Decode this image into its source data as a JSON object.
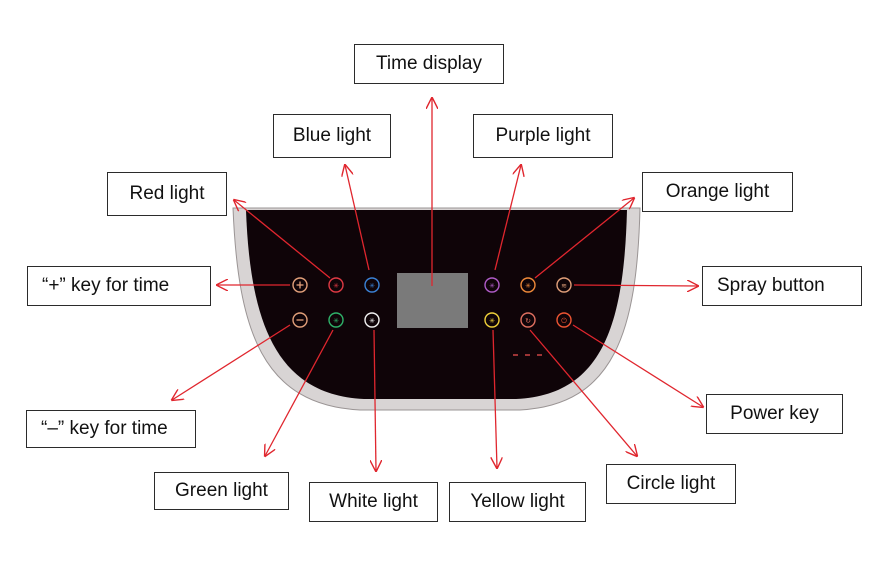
{
  "colors": {
    "panel": "#0f0408",
    "rim": "#c9c4c4",
    "display": "#7a7a7a",
    "arrow": "#e0262e",
    "key_neutral": "#e2a07a",
    "red_light": "#e03a44",
    "blue_light": "#3b82d6",
    "green_light": "#2fb36a",
    "white_light": "#f2f2f2",
    "purple_light": "#b05cc8",
    "orange_light": "#f08a3a",
    "yellow_light": "#f0d23a",
    "circle_light": "#e07060",
    "spray_key": "#e2a07a",
    "power_key": "#ee5533"
  },
  "labels": {
    "time_display": "Time display",
    "blue_light": "Blue light",
    "purple_light": "Purple light",
    "red_light": "Red light",
    "orange_light": "Orange light",
    "plus_key": "“+” key for time",
    "spray_button": "Spray button",
    "minus_key": "“–” key for time",
    "power_key": "Power key",
    "green_light": "Green light",
    "white_light": "White light",
    "yellow_light": "Yellow light",
    "circle_light": "Circle light"
  },
  "icons": {
    "plus": "plus-icon",
    "minus": "minus-icon",
    "red": "red-light-icon",
    "blue": "blue-light-icon",
    "green": "green-light-icon",
    "white": "white-light-icon",
    "purple": "purple-light-icon",
    "orange": "orange-light-icon",
    "yellow": "yellow-light-icon",
    "circle": "circle-light-icon",
    "spray": "spray-icon",
    "power": "power-icon"
  }
}
